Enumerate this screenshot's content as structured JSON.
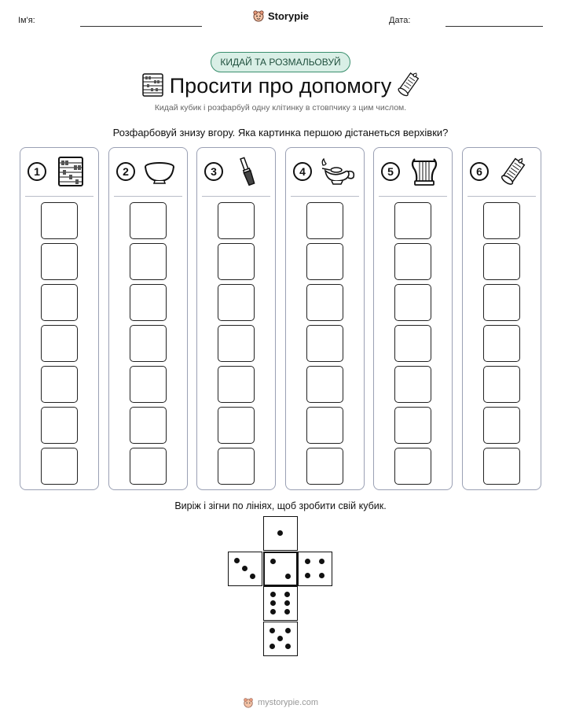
{
  "header": {
    "name_label": "Ім'я:",
    "date_label": "Дата:",
    "brand": "Storypie"
  },
  "tag": "КИДАЙ ТА РОЗМАЛЬОВУЙ",
  "title": "Просити про допомогу",
  "subtitle": "Кидай кубик і розфарбуй одну клітинку в стовпчику з цим числом.",
  "instruction": "Розфарбовуй знизу вгору. Яка картинка першою дістанеться верхівки?",
  "columns": [
    {
      "number": "1",
      "icon": "abacus-icon"
    },
    {
      "number": "2",
      "icon": "bowl-icon"
    },
    {
      "number": "3",
      "icon": "chisel-icon"
    },
    {
      "number": "4",
      "icon": "oil-lamp-icon"
    },
    {
      "number": "5",
      "icon": "lyre-icon"
    },
    {
      "number": "6",
      "icon": "scroll-icon"
    }
  ],
  "boxes_per_column": 7,
  "cut_instruction": "Виріж і зігни по лініях, щоб зробити свій кубик.",
  "footer": {
    "url": "mystorypie.com"
  }
}
